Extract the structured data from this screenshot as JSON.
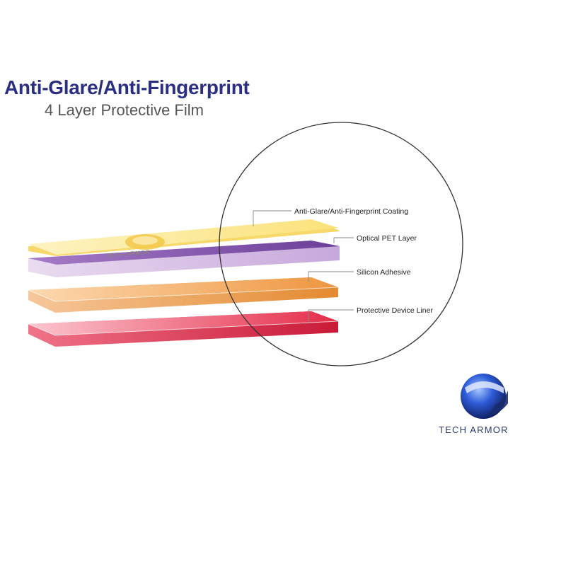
{
  "header": {
    "title": "Anti-Glare/Anti-Fingerprint",
    "subtitle": "4 Layer Protective Film"
  },
  "layers": [
    {
      "label": "Anti-Glare/Anti-Fingerprint Coating",
      "color": "#fbe58a"
    },
    {
      "label": "Optical PET Layer",
      "color": "#8a5bb0"
    },
    {
      "label": "Silicon Adhesive",
      "color": "#f0a050"
    },
    {
      "label": "Protective Device Liner",
      "color": "#e8384f"
    }
  ],
  "film_watermark": "TECH ARMOR",
  "brand": {
    "name": "TECH ARMOR",
    "accent": "#2b2f82"
  }
}
